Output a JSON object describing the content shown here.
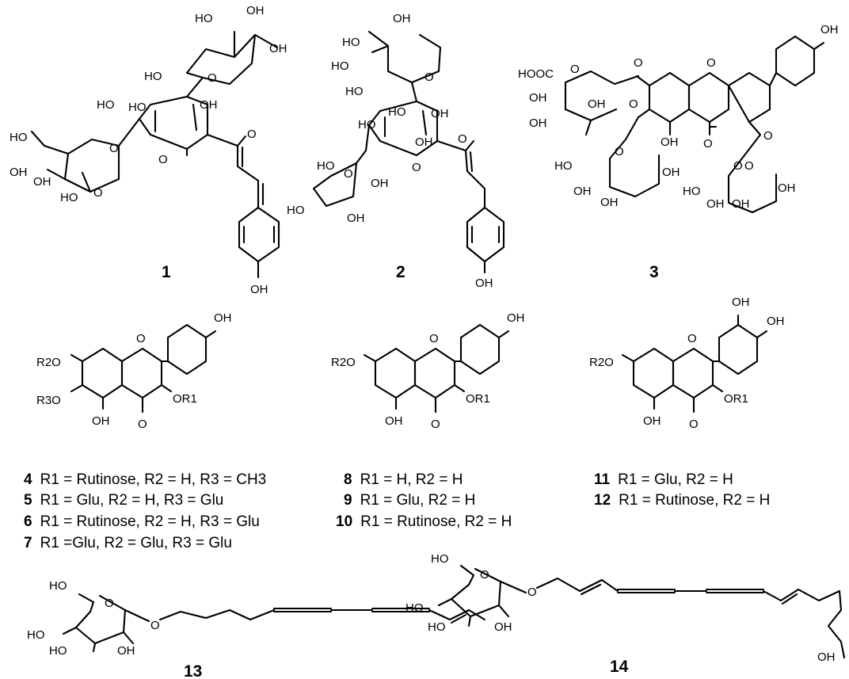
{
  "compounds": [
    {
      "number": "1",
      "groups": [
        "HO",
        "OH",
        "OH",
        "HO",
        "HO",
        "OH",
        "HO",
        "HO",
        "OH",
        "O",
        "O",
        "O",
        "OH",
        "O",
        "O",
        "HO",
        "OH"
      ]
    },
    {
      "number": "2",
      "groups": [
        "HO",
        "OH",
        "HO",
        "HO",
        "O",
        "HO",
        "OH",
        "HO",
        "OH",
        "HO",
        "O",
        "OH",
        "O",
        "O",
        "HO",
        "OH",
        "OH"
      ]
    },
    {
      "number": "3",
      "groups": [
        "OH",
        "O",
        "O",
        "HOOC",
        "O",
        "OH",
        "O",
        "OH",
        "OH",
        "O",
        "O",
        "OH",
        "O",
        "O",
        "HO",
        "OH",
        "O",
        "HO",
        "OH",
        "OH",
        "OH",
        "OH",
        "OH"
      ]
    }
  ],
  "aglycone_4_7": {
    "groups": [
      "OH",
      "R2O",
      "O",
      "R3O",
      "OR1",
      "OH",
      "O"
    ]
  },
  "aglycone_8_10": {
    "groups": [
      "OH",
      "R2O",
      "O",
      "OR1",
      "OH",
      "O"
    ]
  },
  "aglycone_11_12": {
    "groups": [
      "OH",
      "OH",
      "R2O",
      "O",
      "OR1",
      "OH",
      "O"
    ]
  },
  "substituents": [
    {
      "number": "4",
      "text": "R1 = Rutinose, R2 = H, R3 = CH3"
    },
    {
      "number": "5",
      "text": "R1 = Glu, R2 = H, R3 = Glu"
    },
    {
      "number": "6",
      "text": "R1 = Rutinose, R2 = H, R3 = Glu"
    },
    {
      "number": "7",
      "text": "R1 =Glu, R2 = Glu, R3 = Glu"
    },
    {
      "number": "8",
      "text": "R1 = H, R2 = H"
    },
    {
      "number": "9",
      "text": "R1 = Glu, R2 = H"
    },
    {
      "number": "10",
      "text": "R1 = Rutinose, R2 = H"
    },
    {
      "number": "11",
      "text": "R1 = Glu, R2 = H"
    },
    {
      "number": "12",
      "text": "R1 = Rutinose, R2 = H"
    }
  ],
  "compound_13": {
    "number": "13",
    "groups": [
      "HO",
      "O",
      "O",
      "HO",
      "HO",
      "OH"
    ]
  },
  "compound_14": {
    "number": "14",
    "groups": [
      "HO",
      "O",
      "O",
      "HO",
      "HO",
      "OH",
      "OH"
    ]
  }
}
